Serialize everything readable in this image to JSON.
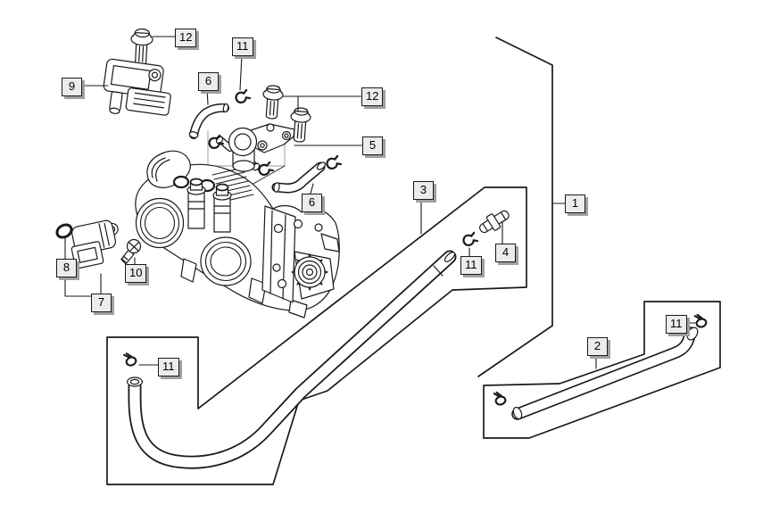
{
  "figure": {
    "background": "#ffffff",
    "line_color": "#1a1a1a",
    "label_background": "#ececec",
    "label_border": "#1a1a1a",
    "label_shadow": "#a0a0a0"
  },
  "labels": [
    {
      "id": "12-bolt-top-left",
      "text": "12"
    },
    {
      "id": "11-clip-top",
      "text": "11"
    },
    {
      "id": "9-map-sensor",
      "text": "9"
    },
    {
      "id": "6-hose-upper",
      "text": "6"
    },
    {
      "id": "12-bolts-right",
      "text": "12"
    },
    {
      "id": "5-bracket",
      "text": "5"
    },
    {
      "id": "6-hose-lower",
      "text": "6"
    },
    {
      "id": "3-fuel-hose",
      "text": "3"
    },
    {
      "id": "1-assembly",
      "text": "1"
    },
    {
      "id": "11-clip-fuel",
      "text": "11"
    },
    {
      "id": "4-joint-fitting",
      "text": "4"
    },
    {
      "id": "8-o-ring",
      "text": "8"
    },
    {
      "id": "7-tps-sensor",
      "text": "7"
    },
    {
      "id": "10-screw",
      "text": "10"
    },
    {
      "id": "11-clamp-bottom-left",
      "text": "11"
    },
    {
      "id": "2-hose-bottom",
      "text": "2"
    },
    {
      "id": "11-clamp-bottom-right",
      "text": "11"
    }
  ]
}
